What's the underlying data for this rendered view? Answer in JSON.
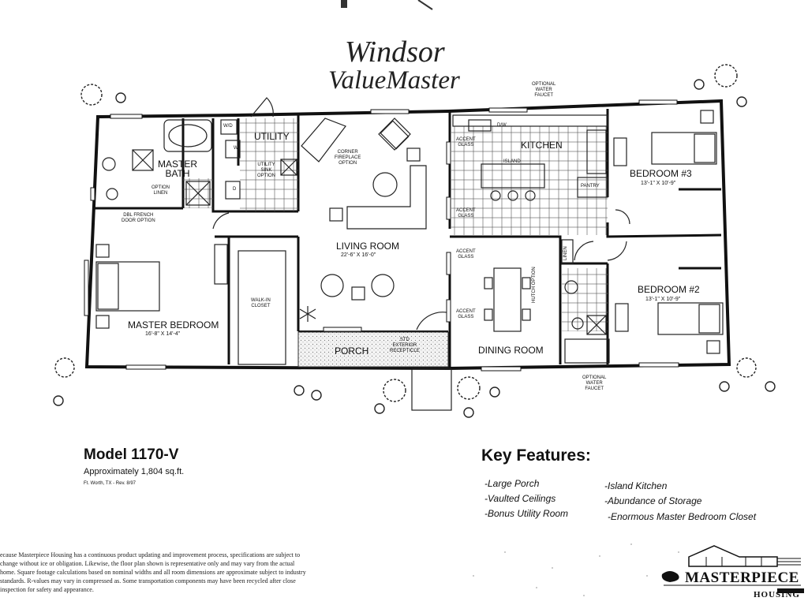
{
  "title": {
    "line1": "Windsor",
    "line2": "ValueMaster"
  },
  "rooms": {
    "master_bath": "MASTER\nBATH",
    "utility": "UTILITY",
    "utility_sink": "UTILITY\nSINK\nOPTION",
    "corner_fireplace": "CORNER\nFIREPLACE\nOPTION",
    "kitchen": "KITCHEN",
    "island": "ISLAND",
    "pantry": "PANTRY",
    "accent_glass_1": "ACCENT\nGLASS",
    "accent_glass_2": "ACCENT\nGLASS",
    "accent_glass_3": "ACCENT\nGLASS",
    "accent_glass_4": "ACCENT\nGLASS",
    "bedroom3": "BEDROOM #3",
    "bedroom3_dim": "13'-1\" X 10'-9\"",
    "bedroom2": "BEDROOM #2",
    "bedroom2_dim": "13'-1\" X 10'-9\"",
    "living_room": "LIVING ROOM",
    "living_room_dim": "22'-6\" X 16'-0\"",
    "master_bedroom": "MASTER BEDROOM",
    "master_bedroom_dim": "16'-8\" X 14'-4\"",
    "walkin_closet": "WALK-IN\nCLOSET",
    "porch": "PORCH",
    "std_exterior": "STD\nEXTERIOR\nRECEPTICLE",
    "dining_room": "DINING ROOM",
    "hutch_option": "HUTCH OPTION",
    "linen": "LINEN",
    "option_linen": "OPTION\nLINEN",
    "dbl_french": "DBL FRENCH\nDOOR OPTION",
    "dw": "D/W",
    "wd": "W/D",
    "w": "W",
    "d": "D",
    "faucet_top": "OPTIONAL\nWATER\nFAUCET",
    "faucet_bottom": "OPTIONAL\nWATER\nFAUCET"
  },
  "model": {
    "name": "Model 1170-V",
    "size": "Approximately 1,804 sq.ft.",
    "location": "Ft. Worth, TX - Rev. 8/97"
  },
  "features": {
    "heading": "Key Features:",
    "col1": [
      "-Large Porch",
      "-Vaulted Ceilings",
      "-Bonus Utility Room"
    ],
    "col2": [
      "-Island Kitchen",
      "-Abundance of Storage",
      "-Enormous Master Bedroom Closet"
    ]
  },
  "disclaimer": "ecause Masterpiece Housing has a continuous product updating and improvement process, specifications are subject to change without ice or obligation.  Likewise, the floor plan shown is representative only and may vary from the actual home.  Square footage calculations based on nominal widths and all room dimensions are approximate subject to industry standards.  R-values may vary in compressed as.  Some transportation components may have been recycled after close inspection for safety and appearance.",
  "logo": {
    "name": "MASTERPIECE",
    "sub": "HOUSING"
  }
}
